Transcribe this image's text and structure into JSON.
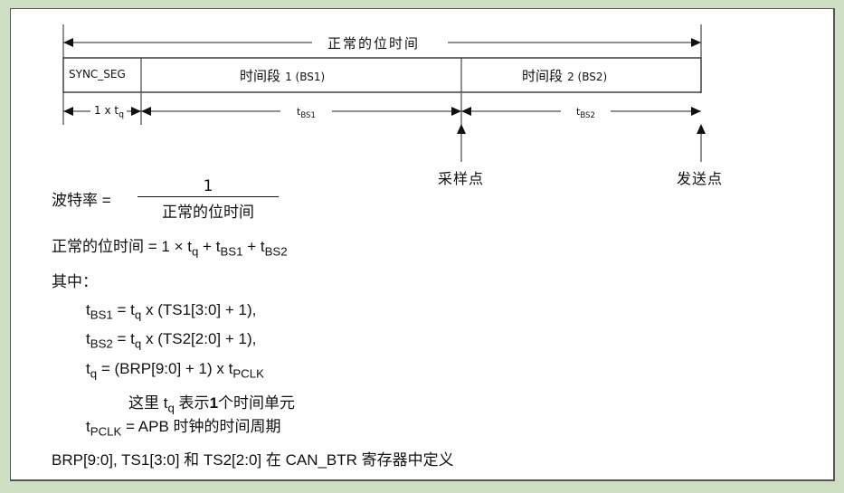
{
  "diagram": {
    "total_label": "正常的位时间",
    "segments": [
      {
        "label": "SYNC_SEG"
      },
      {
        "label_cn": "时间段",
        "label_en": "1 (BS1)"
      },
      {
        "label_cn": "时间段",
        "label_en": "2 (BS2)"
      }
    ],
    "dimensions": {
      "sync": {
        "prefix": "1 x t",
        "sub": "q"
      },
      "bs1": {
        "prefix": "t",
        "sub": "BS1"
      },
      "bs2": {
        "prefix": "t",
        "sub": "BS2"
      }
    },
    "sample_point": "采样点",
    "transmit_point": "发送点"
  },
  "formulas": {
    "baud_label": "波特率 =",
    "baud_num": "1",
    "baud_den": "正常的位时间",
    "nbt_lhs": "正常的位时间 =",
    "nbt_rhs_1": "1 × t",
    "nbt_rhs_1_sub": "q",
    "nbt_rhs_2": " + t",
    "nbt_rhs_2_sub": "BS1",
    "nbt_rhs_3": " + t",
    "nbt_rhs_3_sub": "BS2",
    "where": "其中：",
    "tbs1": {
      "t": "t",
      "sub": "BS1",
      "mid": " = t",
      "sub2": "q",
      "rest": " x (TS1[3:0] + 1),"
    },
    "tbs2": {
      "t": "t",
      "sub": "BS2",
      "mid": " = t",
      "sub2": "q",
      "rest": " x (TS2[2:0] + 1),"
    },
    "tq": {
      "t": "t",
      "sub": "q",
      "rest": " = (BRP[9:0] + 1) x t",
      "sub2": "PCLK"
    },
    "note": {
      "pre": "这里 t",
      "sub": "q",
      "mid": " 表示",
      "bold": "1",
      "post": "个时间单元"
    },
    "tpclk": {
      "t": "t",
      "sub": "PCLK",
      "rest": " = APB 时钟的时间周期"
    },
    "footer": "BRP[9:0], TS1[3:0] 和 TS2[2:0] 在 CAN_BTR 寄存器中定义"
  }
}
